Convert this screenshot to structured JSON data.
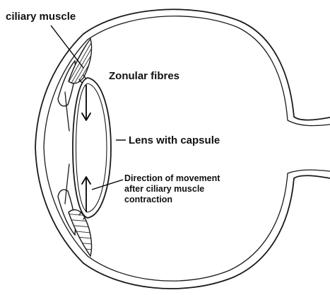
{
  "labels": {
    "ciliary_muscle": "ciliary muscle",
    "zonular_fibres": "Zonular fibres",
    "lens_with_capsule": "Lens with capsule",
    "direction_lines": [
      "Direction of movement",
      "after ciliary muscle",
      "contraction"
    ]
  },
  "arrows": {
    "upper": "down",
    "lower": "up"
  },
  "colors": {
    "line": "#1a1a1a",
    "background": "#ffffff"
  }
}
